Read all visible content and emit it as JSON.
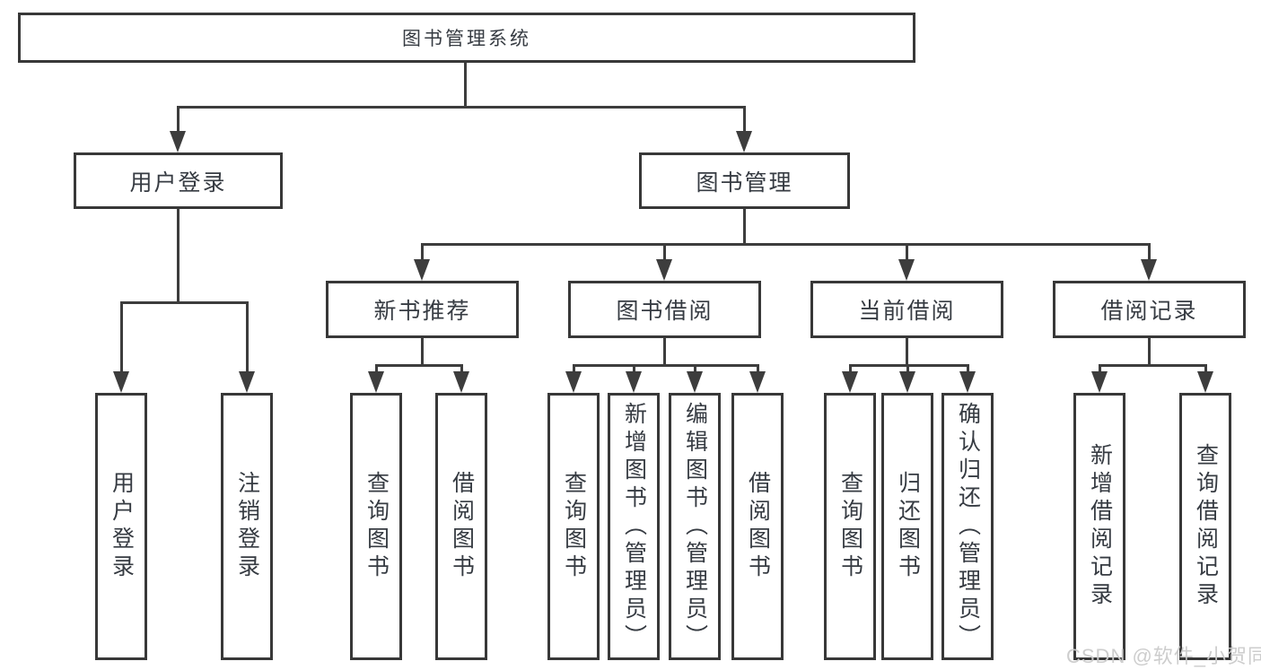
{
  "diagram": {
    "root": {
      "label": "图书管理系统"
    },
    "branches": [
      {
        "label": "用户登录",
        "children": [
          {
            "label": "用户登录"
          },
          {
            "label": "注销登录"
          }
        ]
      },
      {
        "label": "图书管理",
        "children": [
          {
            "label": "新书推荐",
            "children": [
              {
                "label": "查询图书"
              },
              {
                "label": "借阅图书"
              }
            ]
          },
          {
            "label": "图书借阅",
            "children": [
              {
                "label": "查询图书"
              },
              {
                "label": "新增图书（管理员）"
              },
              {
                "label": "编辑图书（管理员）"
              },
              {
                "label": "借阅图书"
              }
            ]
          },
          {
            "label": "当前借阅",
            "children": [
              {
                "label": "查询图书"
              },
              {
                "label": "归还图书"
              },
              {
                "label": "确认归还（管理员）"
              }
            ]
          },
          {
            "label": "借阅记录",
            "children": [
              {
                "label": "新增借阅记录"
              },
              {
                "label": "查询借阅记录"
              }
            ]
          }
        ]
      }
    ]
  },
  "watermark": {
    "text": "CSDN @软件_小贺同学"
  },
  "colors": {
    "background": "#ffffff",
    "box_border": "#383838",
    "connector_line": "#3d3d3d",
    "text": "#363b42",
    "watermark": "#cacaca"
  }
}
